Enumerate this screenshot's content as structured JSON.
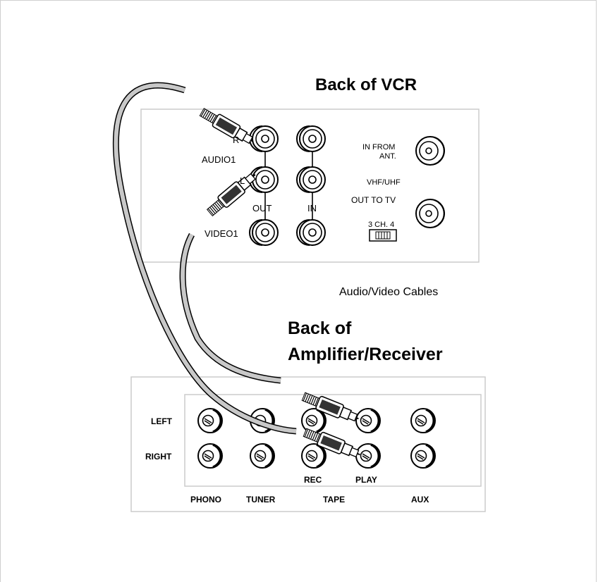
{
  "vcr": {
    "title": "Back of VCR",
    "r": "R",
    "l": "L",
    "audio1": "AUDIO1",
    "out": "OUT",
    "in": "IN",
    "video1": "VIDEO1",
    "in_from": "IN FROM",
    "ant": "ANT.",
    "vhf_uhf": "VHF/UHF",
    "out_to_tv": "OUT TO TV",
    "ch_switch": "3 CH. 4"
  },
  "cables_label": "Audio/Video Cables",
  "amp": {
    "title_line1": "Back of",
    "title_line2": "Amplifier/Receiver",
    "left": "LEFT",
    "right": "RIGHT",
    "rec": "REC",
    "play": "PLAY",
    "phono": "PHONO",
    "tuner": "TUNER",
    "tape": "TAPE",
    "aux": "AUX"
  },
  "colors": {
    "cable": "#c8c8c8",
    "panel_border": "#cccccc",
    "line": "#000000"
  }
}
